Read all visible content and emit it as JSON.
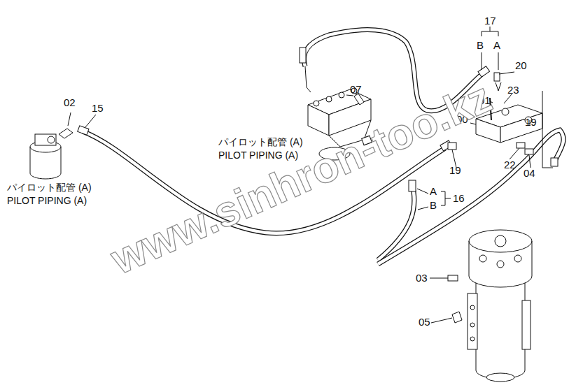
{
  "diagram": {
    "labels": [
      "17",
      "B",
      "A",
      "20",
      "23",
      "01",
      "00",
      "19",
      "07",
      "02",
      "15",
      "パイロット配管 (A)",
      "PILOT PIPING (A)",
      "パイロット配管 (A)",
      "PILOT PIPING (A)",
      "19",
      "22",
      "04",
      "A",
      "B",
      "16",
      "03",
      "05",
      "www.sinhron-too.kz"
    ]
  }
}
